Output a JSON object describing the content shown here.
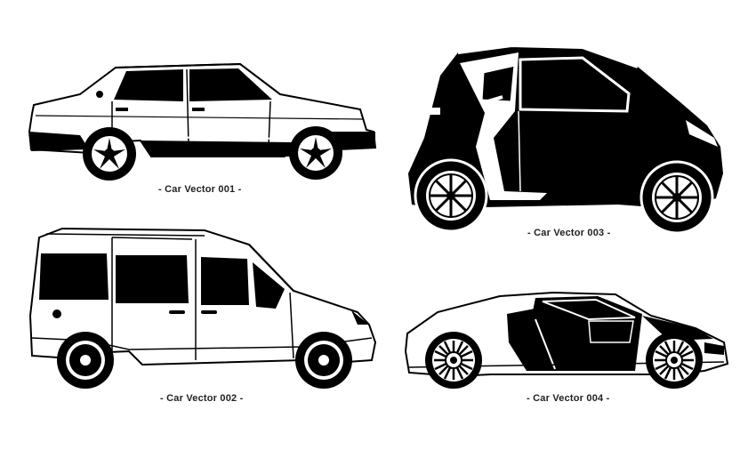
{
  "colors": {
    "ink": "#000000",
    "paper": "#ffffff",
    "caption": "#222222"
  },
  "captions": {
    "car1": "- Car Vector 001 -",
    "car2": "- Car Vector 002 -",
    "car3": "- Car Vector 003 -",
    "car4": "- Car Vector 004 -"
  },
  "illustrations": [
    {
      "id": "car1",
      "subject": "sedan-silhouette"
    },
    {
      "id": "car2",
      "subject": "van-silhouette"
    },
    {
      "id": "car3",
      "subject": "city-car-silhouette"
    },
    {
      "id": "car4",
      "subject": "supercar-silhouette"
    }
  ]
}
